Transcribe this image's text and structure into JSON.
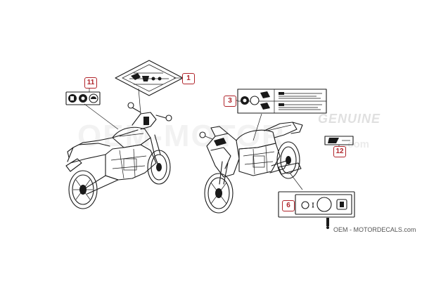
{
  "diagram": {
    "callouts": [
      {
        "key": "c1",
        "label": "1"
      },
      {
        "key": "c11",
        "label": "11"
      },
      {
        "key": "c3",
        "label": "3"
      },
      {
        "key": "c12",
        "label": "12"
      },
      {
        "key": "c6",
        "label": "6"
      }
    ],
    "watermark": {
      "main": "OEM-MOTOR",
      "genuine": "GENUINE",
      "suffix": ".com"
    },
    "credit": "OEM - MOTORDECALS.com",
    "colors": {
      "callout": "#b0242a",
      "line": "#1a1a1a"
    },
    "icons": [
      "fuel-icon",
      "oil-icon",
      "helmet-icon",
      "tire-pressure-icon"
    ]
  }
}
